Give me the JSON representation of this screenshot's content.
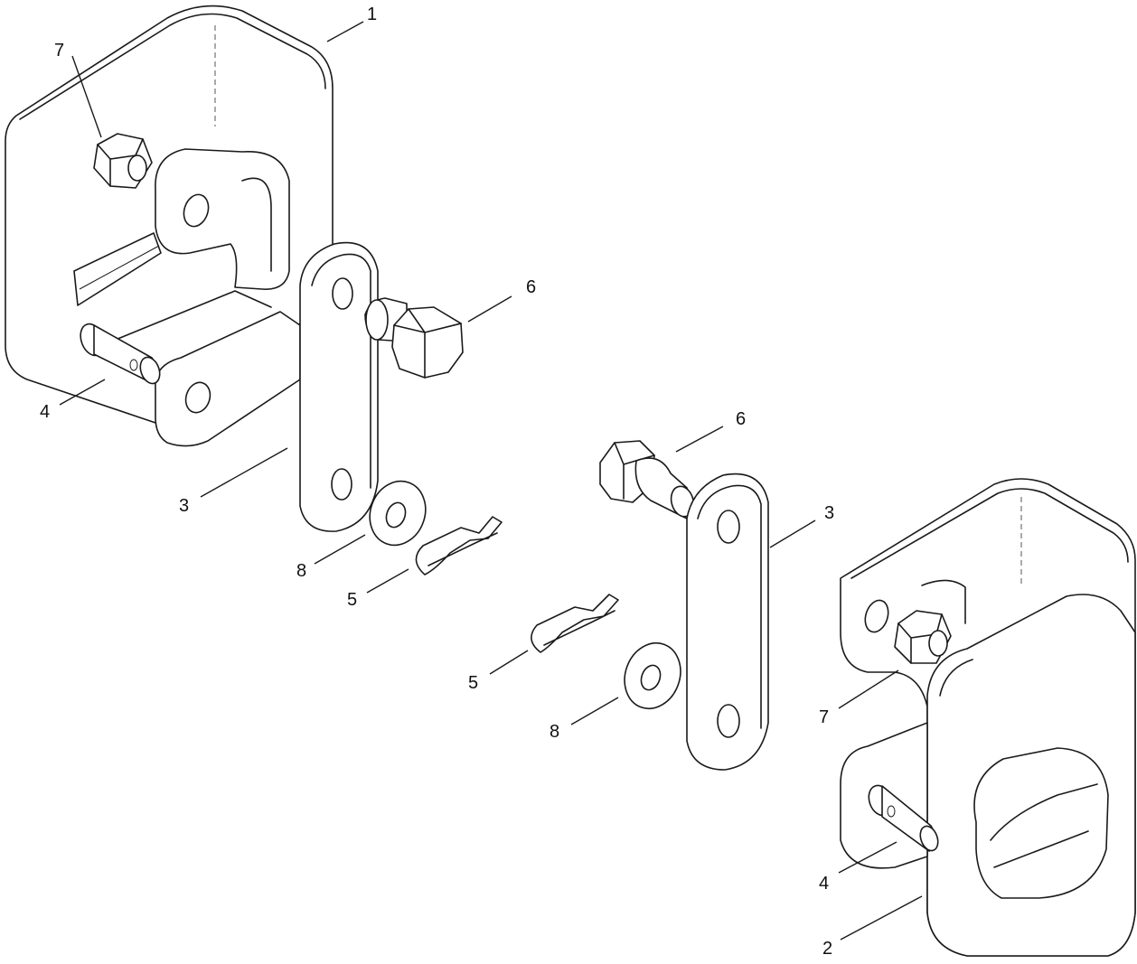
{
  "callouts": [
    {
      "id": "c-1-top",
      "label": "1"
    },
    {
      "id": "c-7-top",
      "label": "7"
    },
    {
      "id": "c-6-top",
      "label": "6"
    },
    {
      "id": "c-4-top",
      "label": "4"
    },
    {
      "id": "c-3-top",
      "label": "3"
    },
    {
      "id": "c-8-top",
      "label": "8"
    },
    {
      "id": "c-5-top",
      "label": "5"
    },
    {
      "id": "c-6-bot",
      "label": "6"
    },
    {
      "id": "c-3-bot",
      "label": "3"
    },
    {
      "id": "c-5-bot",
      "label": "5"
    },
    {
      "id": "c-8-bot",
      "label": "8"
    },
    {
      "id": "c-7-bot",
      "label": "7"
    },
    {
      "id": "c-4-bot",
      "label": "4"
    },
    {
      "id": "c-2-bot",
      "label": "2"
    }
  ]
}
